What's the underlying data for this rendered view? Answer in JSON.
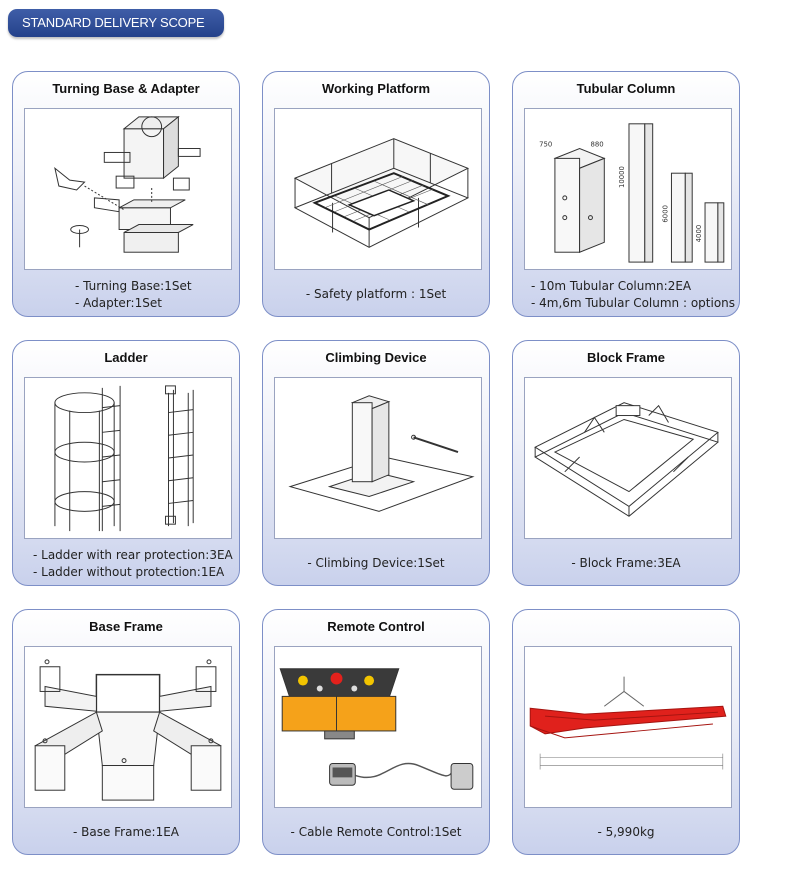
{
  "header": {
    "title": "STANDARD DELIVERY SCOPE"
  },
  "cards": [
    {
      "title": "Turning Base & Adapter",
      "lines": [
        "- Turning Base:1Set",
        "- Adapter:1Set"
      ]
    },
    {
      "title": "Working Platform",
      "lines": [
        "- Safety platform : 1Set"
      ]
    },
    {
      "title": "Tubular Column",
      "lines": [
        "- 10m Tubular Column:2EA",
        "- 4m,6m Tubular Column : options"
      ],
      "labels": {
        "w1": "750",
        "w2": "880",
        "h1": "10000",
        "h2": "6000",
        "h3": "4000"
      }
    },
    {
      "title": "Ladder",
      "lines": [
        "- Ladder with rear protection:3EA",
        "- Ladder without protection:1EA"
      ]
    },
    {
      "title": "Climbing Device",
      "lines": [
        "- Climbing Device:1Set"
      ]
    },
    {
      "title": "Block Frame",
      "lines": [
        "- Block Frame:3EA"
      ]
    },
    {
      "title": "Base Frame",
      "lines": [
        "- Base Frame:1EA"
      ]
    },
    {
      "title": "Remote Control",
      "lines": [
        "- Cable Remote Control:1Set"
      ]
    },
    {
      "title": "",
      "lines": [
        "- 5,990kg"
      ]
    }
  ],
  "colors": {
    "accent": "#2b4a94",
    "card_border": "#7d8fc7",
    "boom_red": "#e0211c",
    "control_orange": "#f5a21a"
  }
}
